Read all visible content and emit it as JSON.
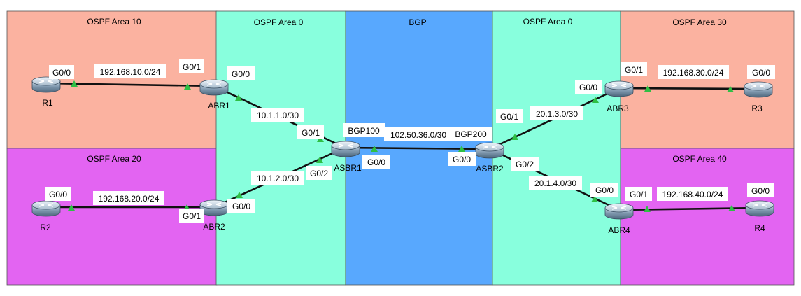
{
  "colors": {
    "area_salmon": "#FBB2A0",
    "area_magenta": "#E364F2",
    "area_mint": "#88FFDD",
    "area_bgp_blue": "#58A8FE",
    "link": "#111111",
    "port_triangle": "#2FBF45"
  },
  "areas": {
    "ospf10": "OSPF Area 10",
    "ospf20": "OSPF Area 20",
    "ospf0_left": "OSPF Area 0",
    "bgp": "BGP",
    "ospf0_right": "OSPF Area 0",
    "ospf30": "OSPF Area 30",
    "ospf40": "OSPF Area 40"
  },
  "devices": {
    "r1": "R1",
    "abr1": "ABR1",
    "r2": "R2",
    "abr2": "ABR2",
    "asbr1": "ASBR1",
    "asbr2": "ASBR2",
    "abr3": "ABR3",
    "r3": "R3",
    "abr4": "ABR4",
    "r4": "R4",
    "bgp100": "BGP100",
    "bgp200": "BGP200"
  },
  "networks": {
    "n1": "192.168.10.0/24",
    "n2": "192.168.20.0/24",
    "n3": "10.1.1.0/30",
    "n4": "10.1.2.0/30",
    "n5": "102.50.36.0/30",
    "n6": "20.1.3.0/30",
    "n7": "20.1.4.0/30",
    "n8": "192.168.30.0/24",
    "n9": "192.168.40.0/24"
  },
  "ports": {
    "r1_g00": "G0/0",
    "abr1_g01": "G0/1",
    "abr1_g00": "G0/0",
    "r2_g00": "G0/0",
    "abr2_g01": "G0/1",
    "abr2_g00": "G0/0",
    "asbr1_g01": "G0/1",
    "asbr1_g02": "G0/2",
    "asbr1_g00": "G0/0",
    "asbr2_g00": "G0/0",
    "asbr2_g01": "G0/1",
    "asbr2_g02": "G0/2",
    "abr3_g00": "G0/0",
    "abr3_g01": "G0/1",
    "r3_g00": "G0/0",
    "abr4_g00": "G0/0",
    "abr4_g01": "G0/1",
    "r4_g00": "G0/0"
  }
}
